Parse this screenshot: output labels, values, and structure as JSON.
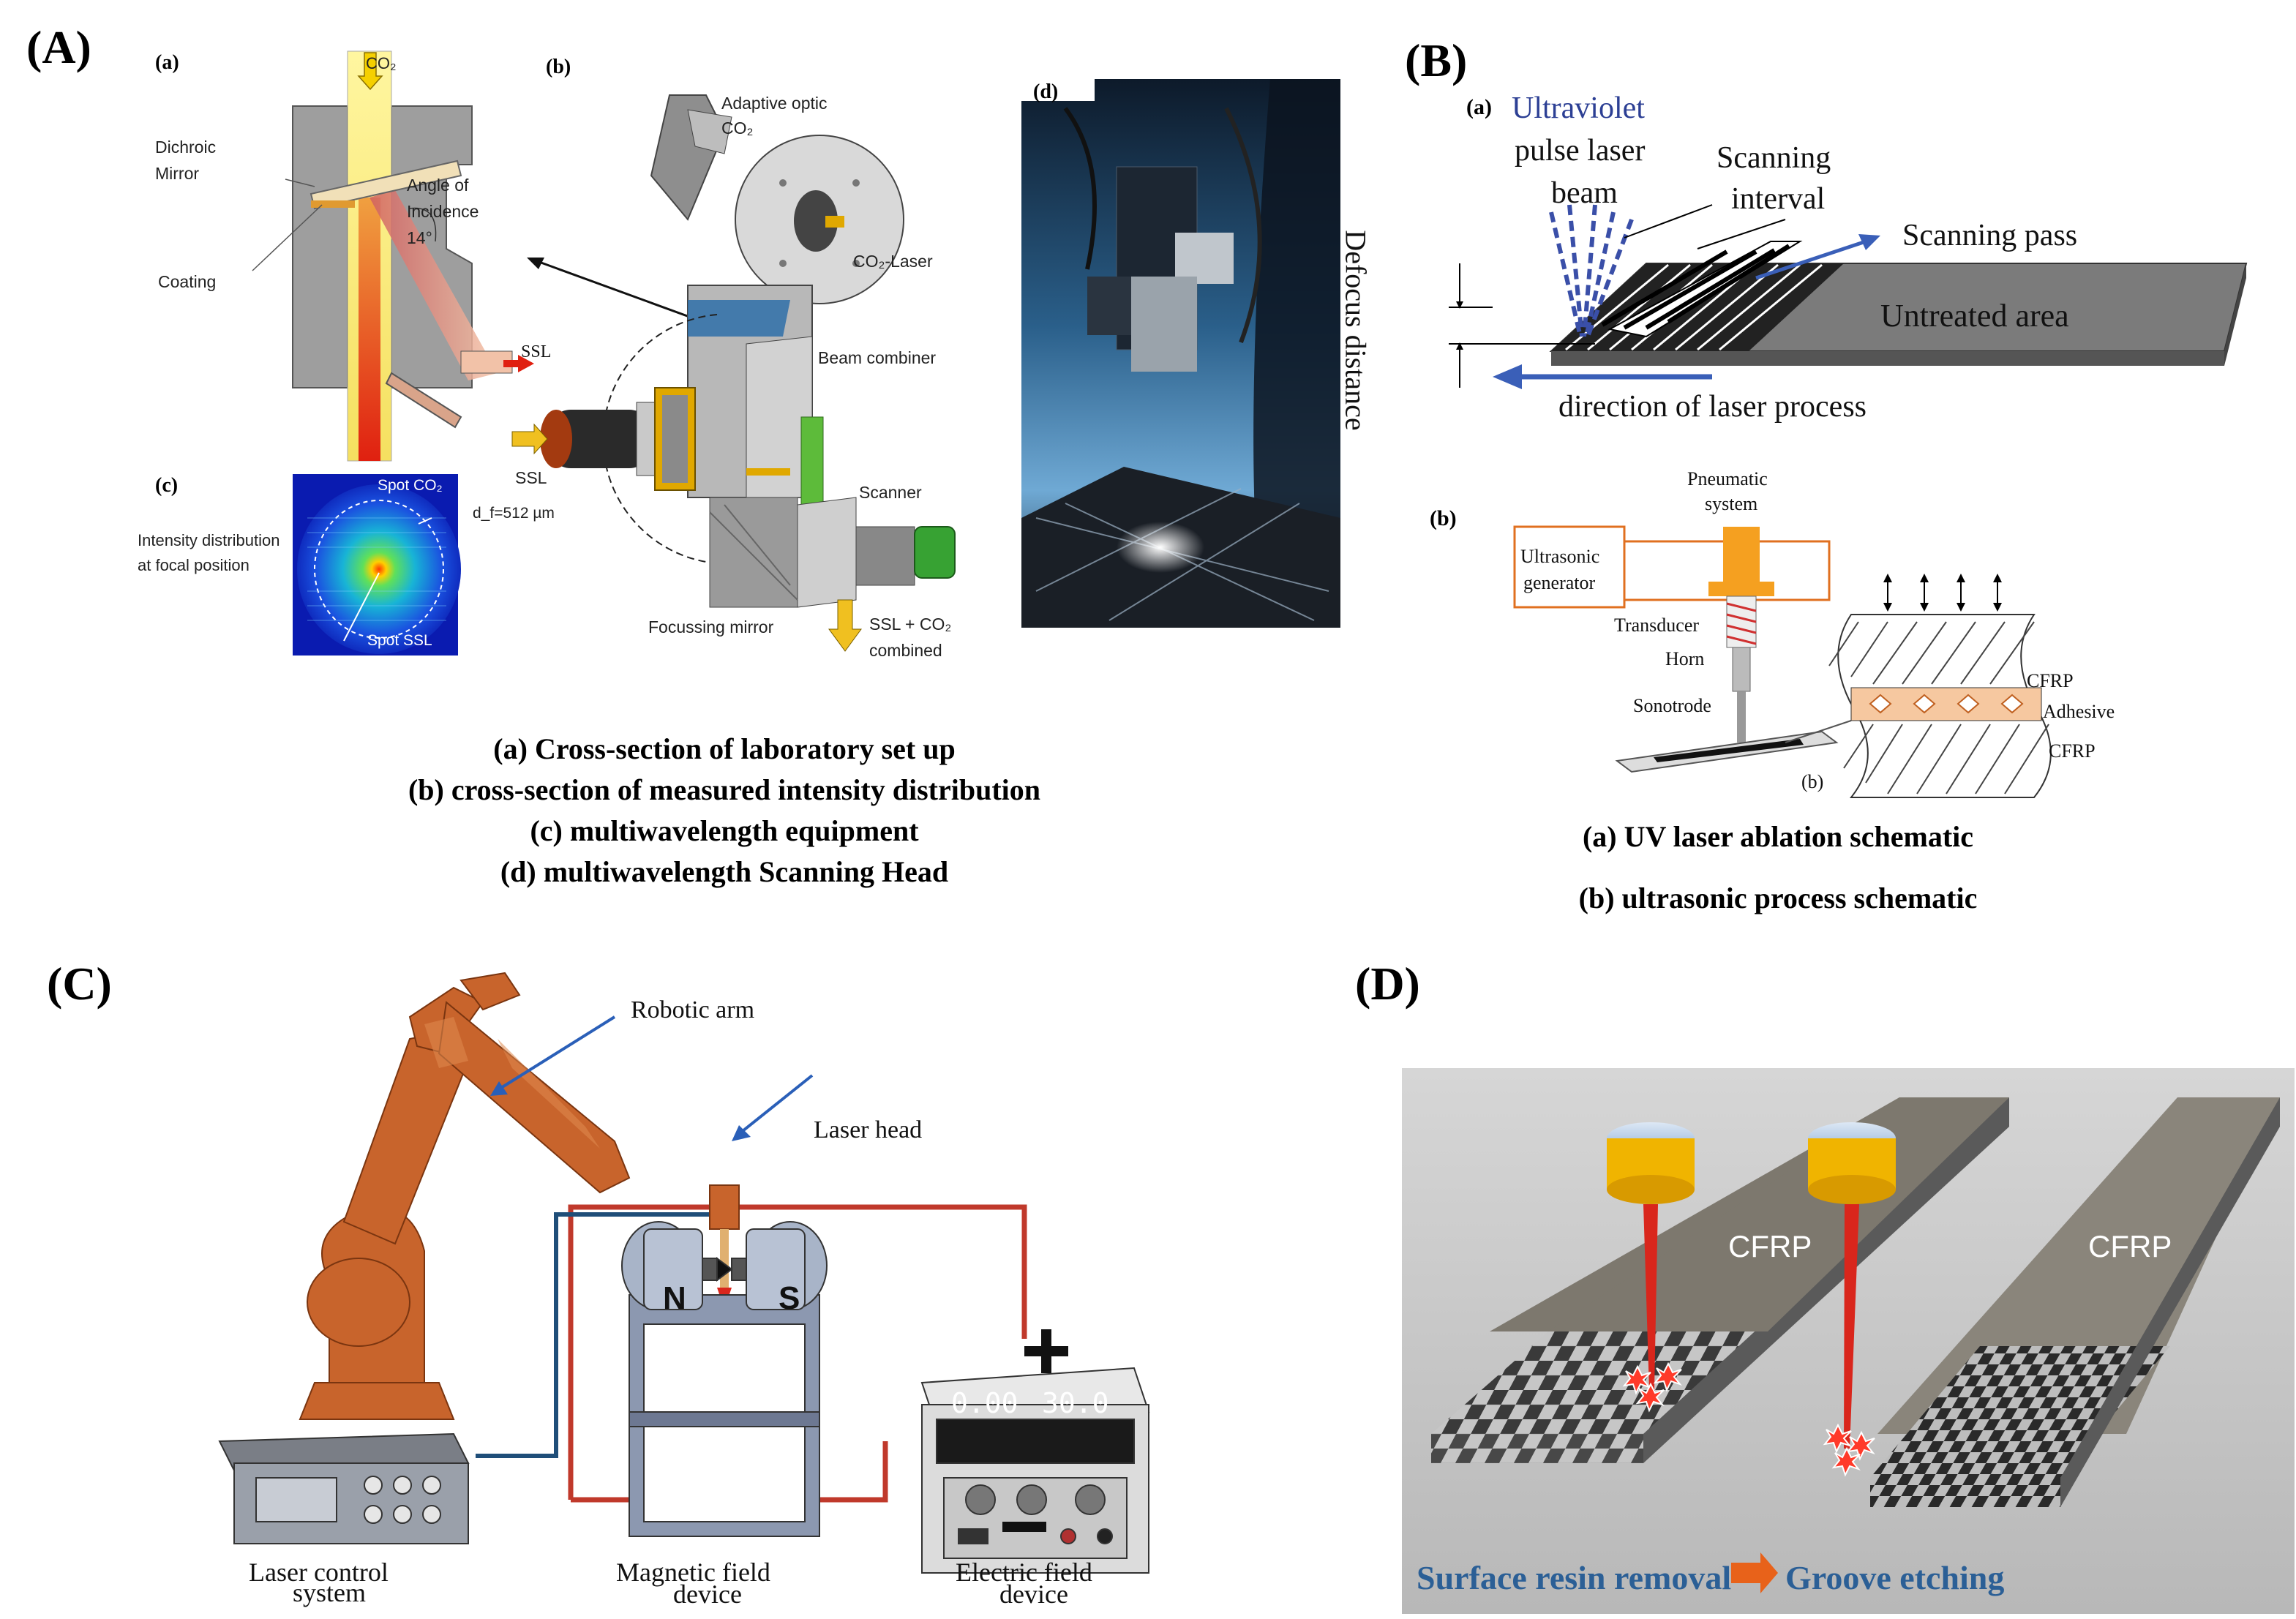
{
  "panels": {
    "A": {
      "letter": "(A)",
      "sub_a": "(a)",
      "sub_b": "(b)",
      "sub_c": "(c)",
      "sub_d": "(d)",
      "labels": {
        "co2_top": "CO₂",
        "dichroic_mirror_1": "Dichroic",
        "dichroic_mirror_2": "Mirror",
        "angle_1": "Angle of",
        "angle_2": "Incidence",
        "angle_3": "14°",
        "coating": "Coating",
        "ssl_in": "SSL",
        "adaptive_1": "Adaptive optic",
        "adaptive_2": "CO₂",
        "co2_laser": "CO₂-Laser",
        "beam_combiner": "Beam combiner",
        "ssl_b": "SSL",
        "scanner": "Scanner",
        "focusing_mirror": "Focussing mirror",
        "ssl_co2_1": "SSL + CO₂",
        "ssl_co2_2": "combined",
        "spot_co2": "Spot CO₂",
        "df": "d_f=512 µm",
        "intensity_1": "Intensity distribution",
        "intensity_2": "at focal position",
        "spot_ssl": "Spot SSL"
      },
      "caption": [
        "(a) Cross-section of laboratory set up",
        "(b) cross-section of measured intensity distribution",
        "(c) multiwavelength equipment",
        "(d) multiwavelength Scanning Head"
      ]
    },
    "B": {
      "letter": "(B)",
      "sub_a": "(a)",
      "sub_b": "(b)",
      "labels": {
        "uv_1": "Ultraviolet",
        "uv_2": "pulse laser",
        "uv_3": "beam",
        "scan_int_1": "Scanning",
        "scan_int_2": "interval",
        "scanning_pass": "Scanning pass",
        "untreated": "Untreated area",
        "defocus": "Defocus distance",
        "direction": "direction of laser process",
        "pneumatic_1": "Pneumatic",
        "pneumatic_2": "system",
        "ultrasonic_1": "Ultrasonic",
        "ultrasonic_2": "generator",
        "transducer": "Transducer",
        "horn": "Horn",
        "sonotrode": "Sonotrode",
        "cfrp_top": "CFRP",
        "adhesive": "Adhesive",
        "cfrp_bottom": "CFRP",
        "inner_b": "(b)"
      },
      "caption": [
        "(a) UV laser ablation schematic",
        "(b) ultrasonic process  schematic"
      ]
    },
    "C": {
      "letter": "(C)",
      "labels": {
        "robotic_arm": "Robotic arm",
        "laser_head": "Laser head",
        "n": "N",
        "s": "S",
        "plus": "+",
        "readout_1": "0.00",
        "readout_2": "30.0",
        "laser_ctrl_1": "Laser control",
        "laser_ctrl_2": "system",
        "magnetic_1": "Magnetic field",
        "magnetic_2": "device",
        "electric_1": "Electric field",
        "electric_2": "device"
      }
    },
    "D": {
      "letter": "(D)",
      "labels": {
        "cfrp_left": "CFRP",
        "cfrp_right": "CFRP",
        "surface": "Surface resin removal",
        "groove": "Groove etching"
      }
    }
  },
  "colors": {
    "robot": "#c8642c",
    "wire_red": "#c0392b",
    "wire_blue": "#1f4e79",
    "laser_beam": "#d9261c",
    "head_yellow": "#f0b400"
  }
}
